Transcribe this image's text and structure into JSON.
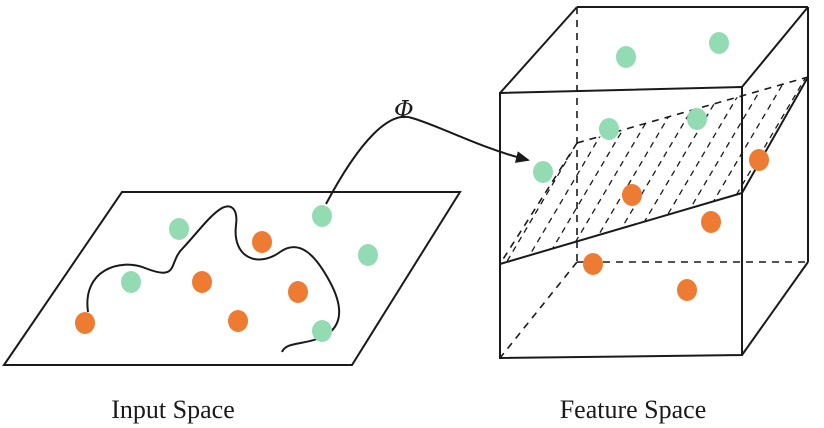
{
  "diagram": {
    "input_space_label": "Input Space",
    "feature_space_label": "Feature Space",
    "mapping_label": "Φ",
    "colors": {
      "class_a": "#93dbb2",
      "class_b": "#ee7b32",
      "line": "#1a1a1a",
      "background": "#ffffff"
    },
    "icons": [
      "mapping-arrow",
      "decision-boundary-curve",
      "separating-hyperplane"
    ]
  }
}
